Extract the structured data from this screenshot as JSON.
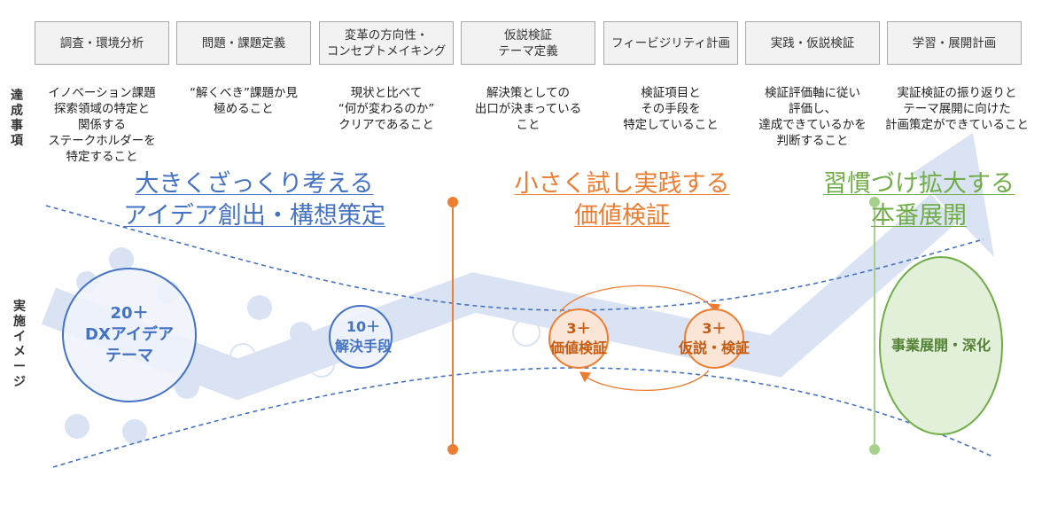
{
  "phases": [
    "調査・環境分析",
    "問題・課題定義",
    "変革の方向性・\nコンセプトメイキング",
    "仮説検証\nテーマ定義",
    "フィービジリティ計画",
    "実践・仮説検証",
    "学習・展開計画"
  ],
  "row_labels": {
    "achievements": "達成事項",
    "image": "実施イメージ"
  },
  "achievements": [
    "イノベーション課題\n探索領域の特定と\n関係する\nステークホルダーを\n特定すること",
    "“解くべき”課題か見\n極めること",
    "現状と比べて\n“何が変わるのか”\nクリアであること",
    "解決策としての\n出口が決まっている\nこと",
    "検証項目と\nその手段を\n特定していること",
    "検証評価軸に従い\n評価し、\n達成できているかを\n判断すること",
    "実証検証の振り返りと\nテーマ展開に向けた\n計画策定ができていること"
  ],
  "stages": [
    {
      "line1": "大きくざっくり考える",
      "line2": "アイデア創出・構想策定",
      "color": "#4472c4"
    },
    {
      "line1": "小さく試し実践する",
      "line2": "価値検証",
      "color": "#ed7d31"
    },
    {
      "line1": "習慣づけ拡大する",
      "line2": "本番展開",
      "color": "#70ad47"
    }
  ],
  "bubbles": {
    "ideas": "20＋\nDXアイデア\nテーマ",
    "solutions": "10＋\n解決手段",
    "value": "3＋\n価値検証",
    "hypothesis": "3＋\n仮説・検証",
    "business": "事業展開・深化"
  },
  "colors": {
    "blue": "#4472c4",
    "orange": "#ed7d31",
    "green": "#70ad47",
    "arrow": "#dae3f3"
  }
}
